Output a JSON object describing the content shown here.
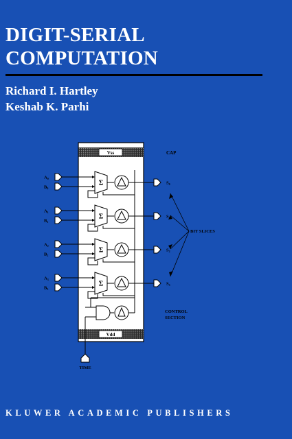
{
  "cover": {
    "title_line1": "DIGIT-SERIAL",
    "title_line2": "COMPUTATION",
    "author1": "Richard I. Hartley",
    "author2": "Keshab K. Parhi",
    "publisher": "KLUWER ACADEMIC PUBLISHERS"
  },
  "diagram": {
    "vss": "Vss",
    "vdd": "Vdd",
    "cap": "CAP",
    "bit_slices": "BIT SLICES",
    "control_line1": "CONTROL",
    "control_line2": "SECTION",
    "time": "TIME",
    "sum_symbol": "Σ",
    "slices": [
      {
        "in_a": "A₀",
        "in_b": "B₀",
        "out": "S₀"
      },
      {
        "in_a": "A₁",
        "in_b": "B₁",
        "out": "S₁"
      },
      {
        "in_a": "A₂",
        "in_b": "B₂",
        "out": "S₂"
      },
      {
        "in_a": "A₃",
        "in_b": "B₃",
        "out": "S₃"
      }
    ]
  }
}
